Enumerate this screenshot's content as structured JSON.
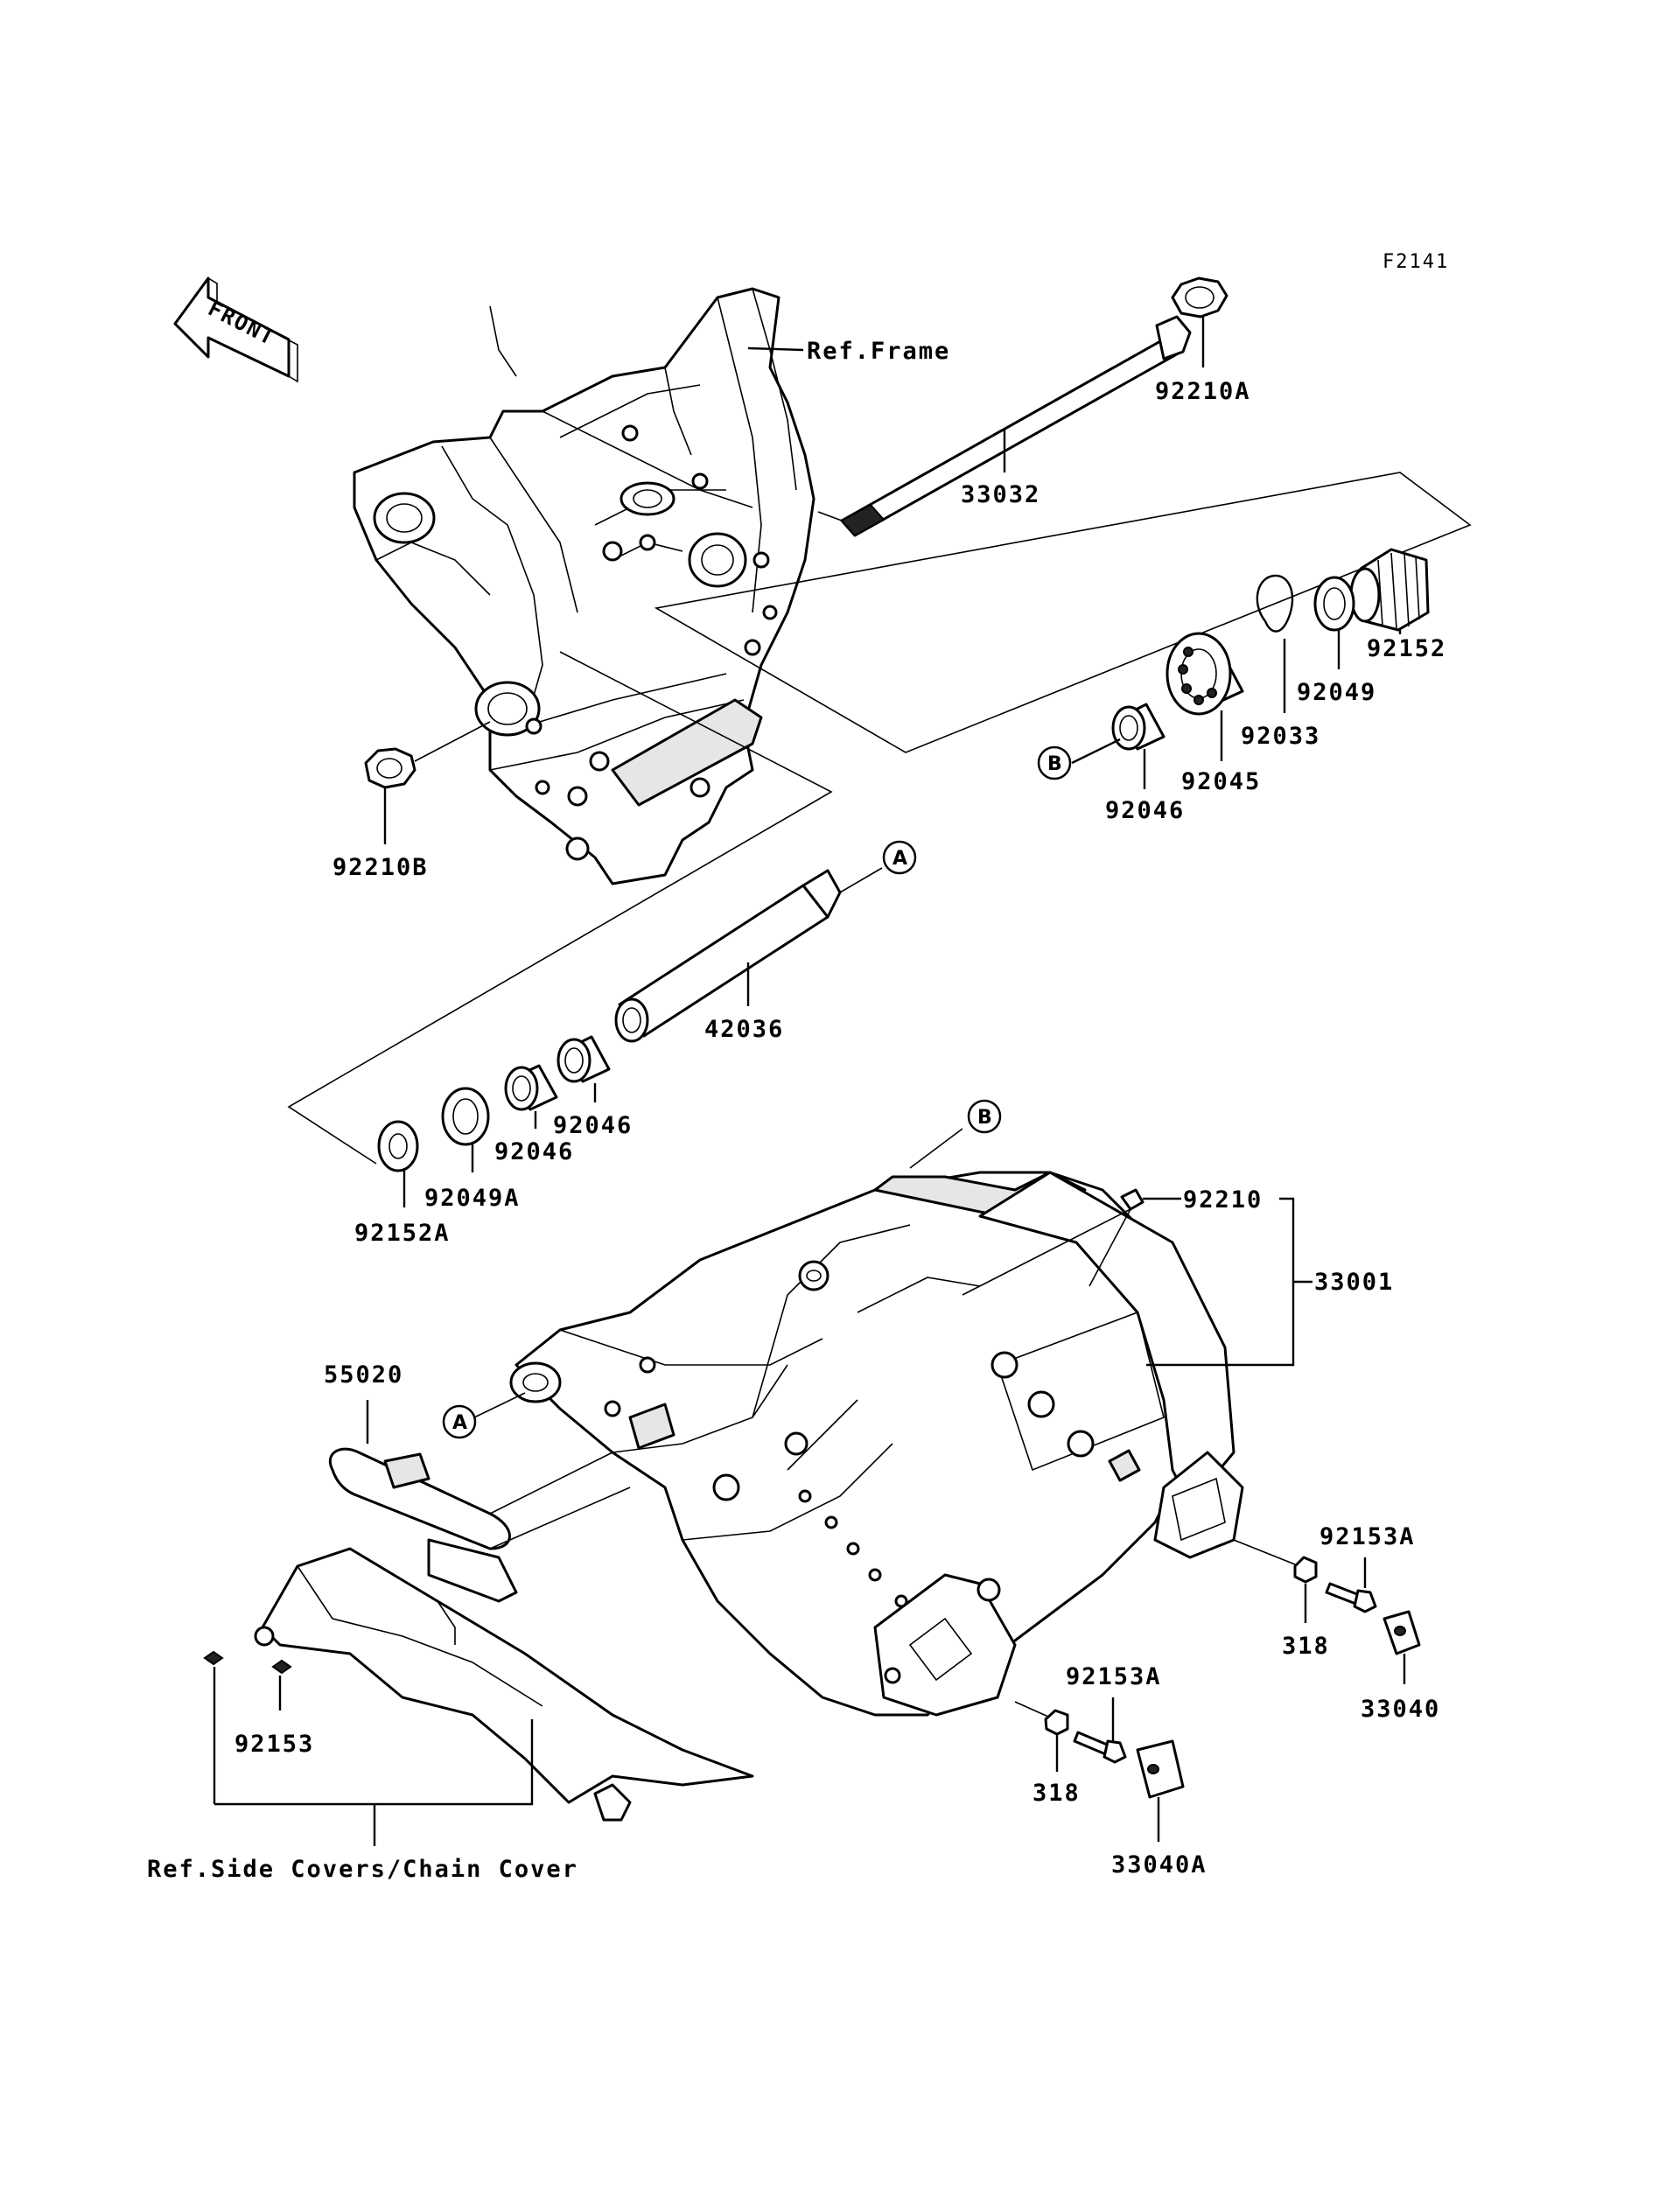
{
  "figure_code": "F2141",
  "front_label": "FRONT",
  "refs": {
    "frame": "Ref.Frame",
    "side_covers": "Ref.Side Covers/Chain Cover"
  },
  "markers": {
    "a": "A",
    "b": "B"
  },
  "parts": {
    "p92210A": "92210A",
    "p33032": "33032",
    "p92152": "92152",
    "p92049": "92049",
    "p92033": "92033",
    "p92045": "92045",
    "p92046_top": "92046",
    "p92210B": "92210B",
    "p42036": "42036",
    "p92046_a": "92046",
    "p92046_b": "92046",
    "p92049A": "92049A",
    "p92152A": "92152A",
    "p92210": "92210",
    "p33001": "33001",
    "p55020": "55020",
    "p92153A_right": "92153A",
    "p318_right": "318",
    "p33040": "33040",
    "p92153A_left": "92153A",
    "p318_left": "318",
    "p33040A": "33040A",
    "p92153": "92153"
  }
}
